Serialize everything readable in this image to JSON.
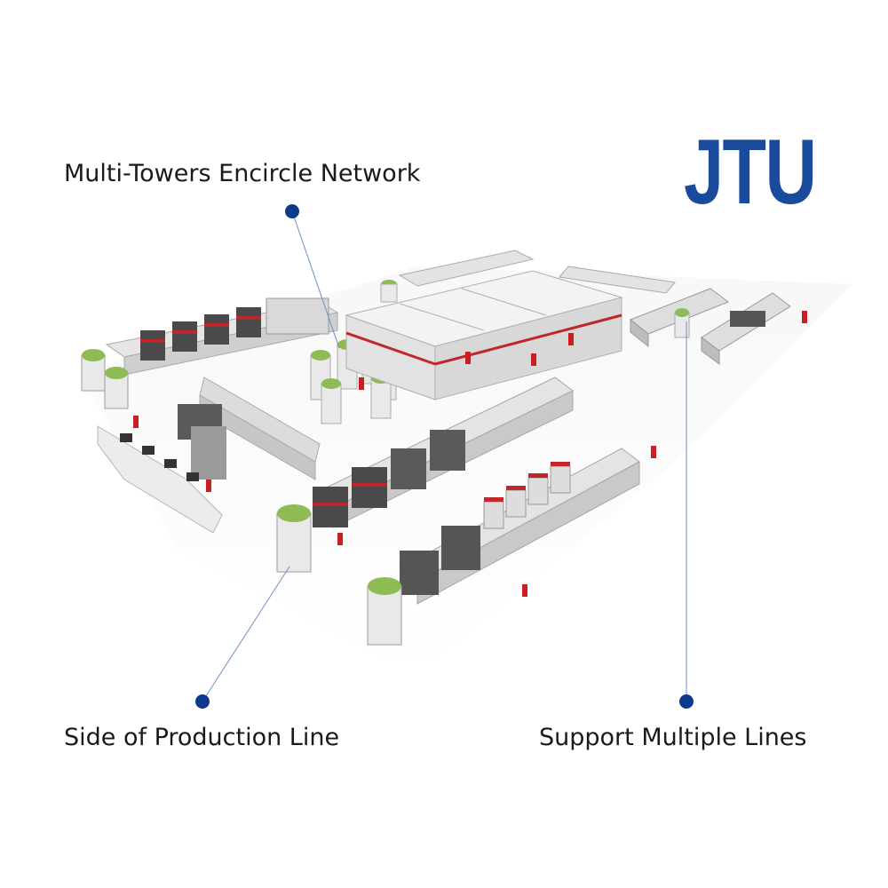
{
  "logo": {
    "text": "JTU",
    "color": "#1a4a9c"
  },
  "callouts": {
    "multi_towers": "Multi-Towers Encircle Network",
    "side_line": "Side of Production Line",
    "multiple_lines": "Support Multiple Lines"
  },
  "colors": {
    "callout_dot": "#0d3a8c",
    "leader_line": "#6f8fc4",
    "tower_cap": "#8fbb55",
    "machine_accent": "#c0262c",
    "worker": "#c81e24"
  }
}
